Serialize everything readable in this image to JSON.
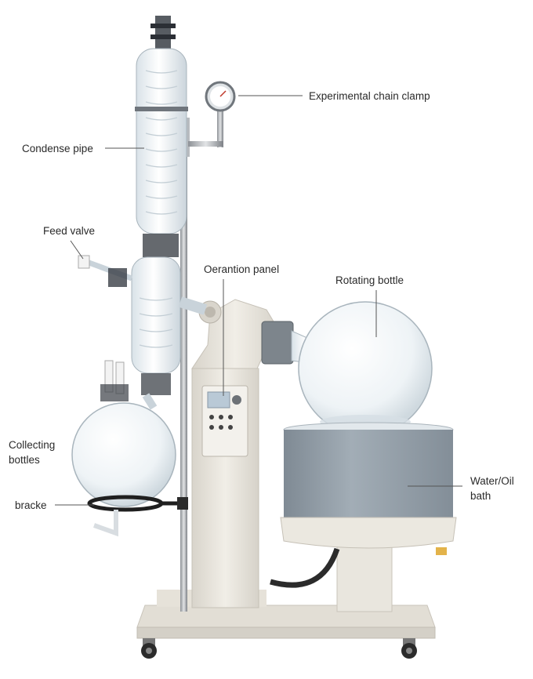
{
  "labels": {
    "chain_clamp": "Experimental chain clamp",
    "condense_pipe": "Condense pipe",
    "feed_valve": "Feed valve",
    "operation_panel": "Oerantion panel",
    "rotating_bottle": "Rotating bottle",
    "collecting_bottles_line1": "Collecting",
    "collecting_bottles_line2": "bottles",
    "bracket": "bracke",
    "bath_line1": "Water/Oil",
    "bath_line2": "bath"
  },
  "colors": {
    "frame": "#e9e6de",
    "frame_shadow": "#cfcbc2",
    "bath_body": "#8f9aa4",
    "bath_rim": "#edeae2",
    "glass": "#e4ecf1",
    "glass_edge": "#a9b5bd",
    "leader": "#555555",
    "text": "#2a2a2a"
  }
}
